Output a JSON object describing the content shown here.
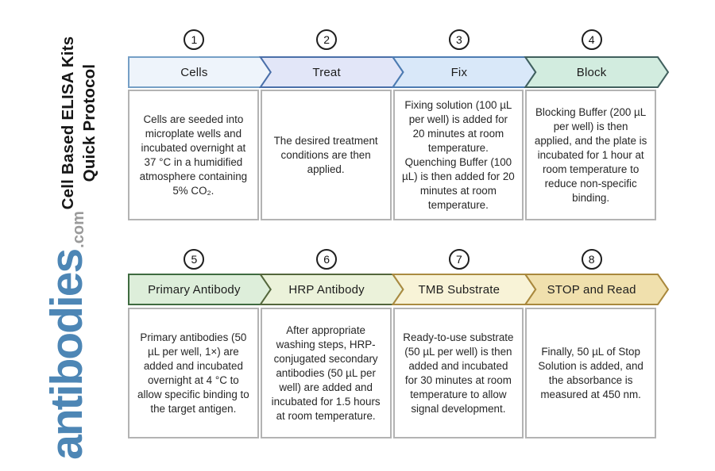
{
  "sidebar": {
    "title_line1": "Cell Based ELISA Kits",
    "title_line2": "Quick Protocol",
    "logo_text": "antibodies",
    "logo_suffix": ".com",
    "logo_color": "#4d86b5",
    "logo_suffix_color": "#9a9a9a"
  },
  "rows": [
    {
      "steps": [
        {
          "number": "1",
          "label": "Cells",
          "fill": "#eef4fb",
          "border": "#759fc6",
          "description": "Cells are seeded into microplate wells and incubated overnight at 37 °C in a humidified atmosphere containing 5% CO₂."
        },
        {
          "number": "2",
          "label": "Treat",
          "fill": "#e2e6f8",
          "border": "#4a6fa9",
          "description": "The desired treatment conditions are then applied."
        },
        {
          "number": "3",
          "label": "Fix",
          "fill": "#d9e8f9",
          "border": "#4d7cb2",
          "description": "Fixing solution (100 µL per well) is added for 20 minutes at room temperature. Quenching Buffer (100 µL) is then added for 20 minutes at room temperature."
        },
        {
          "number": "4",
          "label": "Block",
          "fill": "#d2ecdf",
          "border": "#41605e",
          "description": "Blocking Buffer (200 µL per well) is then applied, and the plate is incubated for 1 hour at room temperature to reduce non-specific binding."
        }
      ]
    },
    {
      "steps": [
        {
          "number": "5",
          "label": "Primary Antibody",
          "fill": "#ddeeda",
          "border": "#3e6b40",
          "description": "Primary antibodies (50 µL per well, 1×) are added and incubated overnight at 4 °C to allow specific binding to the target antigen."
        },
        {
          "number": "6",
          "label": "HRP Antibody",
          "fill": "#ebf2da",
          "border": "#53663b",
          "description": "After appropriate washing steps, HRP-conjugated secondary antibodies (50 µL per well) are added and incubated for 1.5 hours at room temperature."
        },
        {
          "number": "7",
          "label": "TMB Substrate",
          "fill": "#f8f3d7",
          "border": "#aa8b41",
          "description": "Ready-to-use substrate (50 µL per well) is then added and incubated for 30 minutes at room temperature to allow signal development."
        },
        {
          "number": "8",
          "label": "STOP and Read",
          "fill": "#f0e0ad",
          "border": "#a9883d",
          "description": "Finally, 50 µL of Stop Solution is added, and the absorbance is measured at 450 nm."
        }
      ]
    }
  ]
}
